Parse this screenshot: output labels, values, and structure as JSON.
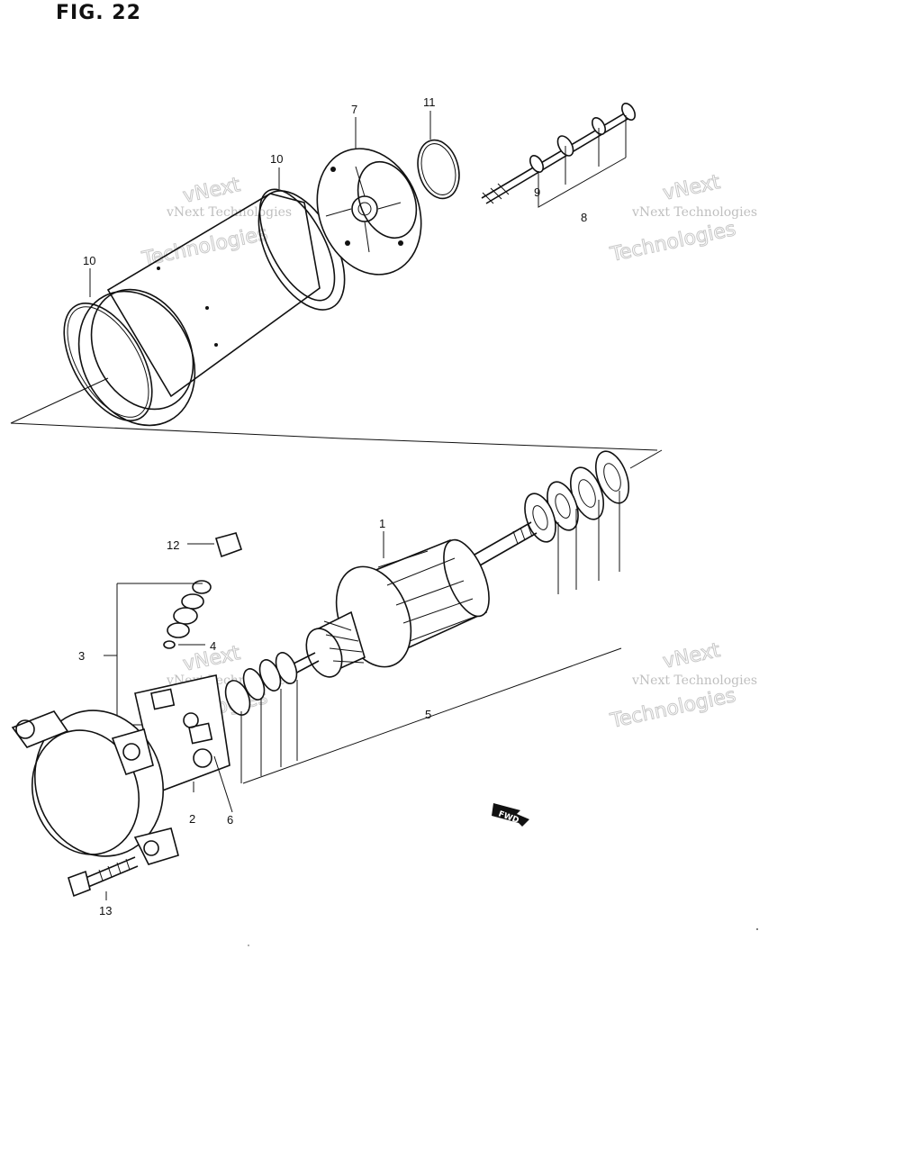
{
  "figure": {
    "title": "FIG. 22"
  },
  "callouts": {
    "c1": "1",
    "c2": "2",
    "c3": "3",
    "c4": "4",
    "c5": "5",
    "c6": "6",
    "c7": "7",
    "c8": "8",
    "c9": "9",
    "c10a": "10",
    "c10b": "10",
    "c11": "11",
    "c12": "12",
    "c13": "13"
  },
  "watermark": {
    "line_a": "vNext Technologies",
    "line_b": "vNext",
    "line_c": "Technologies"
  },
  "fwd_marker": "FWD"
}
